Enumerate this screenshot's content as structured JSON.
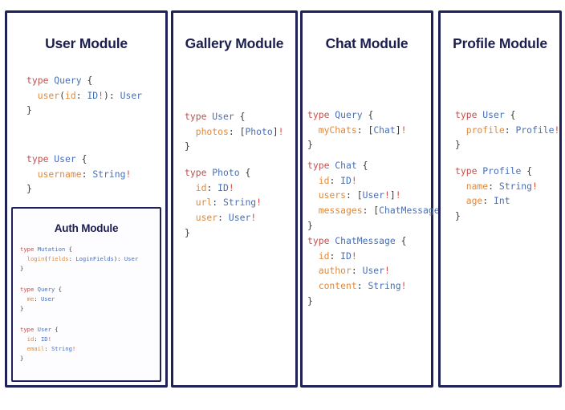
{
  "page": {
    "background": "#ffffff",
    "border_color": "#1f2259",
    "title_color": "#1c1f4e",
    "diagram_kind": "graphql-schema-modules"
  },
  "palette": {
    "keyword": "#c0504e",
    "type_name": "#4a6fb5",
    "field_name": "#e08a3c",
    "punctuation": "#3b3b3b",
    "non_null_bang": "#d64b3d",
    "card_border": "#1f2259",
    "card_background": "#ffffff",
    "inner_card_background": "#fdfdff"
  },
  "modules": [
    {
      "id": "user-module",
      "title": "User Module",
      "blocks": [
        {
          "id": "user-query",
          "lines": [
            [
              {
                "t": "kw",
                "v": "type "
              },
              {
                "t": "type",
                "v": "Query"
              },
              {
                "t": "punc",
                "v": " {"
              }
            ],
            [
              {
                "t": "punc",
                "v": "  "
              },
              {
                "t": "field",
                "v": "user"
              },
              {
                "t": "punc",
                "v": "("
              },
              {
                "t": "field",
                "v": "id"
              },
              {
                "t": "punc",
                "v": ": "
              },
              {
                "t": "type",
                "v": "ID"
              },
              {
                "t": "bang",
                "v": "!"
              },
              {
                "t": "punc",
                "v": "): "
              },
              {
                "t": "type",
                "v": "User"
              }
            ],
            [
              {
                "t": "punc",
                "v": "}"
              }
            ]
          ]
        },
        {
          "id": "user-type",
          "lines": [
            [
              {
                "t": "kw",
                "v": "type "
              },
              {
                "t": "type",
                "v": "User"
              },
              {
                "t": "punc",
                "v": " {"
              }
            ],
            [
              {
                "t": "punc",
                "v": "  "
              },
              {
                "t": "field",
                "v": "username"
              },
              {
                "t": "punc",
                "v": ": "
              },
              {
                "t": "type",
                "v": "String"
              },
              {
                "t": "bang",
                "v": "!"
              }
            ],
            [
              {
                "t": "punc",
                "v": "}"
              }
            ]
          ]
        }
      ],
      "nested": {
        "id": "auth-module",
        "title": "Auth Module",
        "blocks": [
          {
            "id": "auth-mutation",
            "lines": [
              [
                {
                  "t": "kw",
                  "v": "type "
                },
                {
                  "t": "type",
                  "v": "Mutation"
                },
                {
                  "t": "punc",
                  "v": " {"
                }
              ],
              [
                {
                  "t": "punc",
                  "v": "  "
                },
                {
                  "t": "field",
                  "v": "login"
                },
                {
                  "t": "punc",
                  "v": "("
                },
                {
                  "t": "field",
                  "v": "fields"
                },
                {
                  "t": "punc",
                  "v": ": "
                },
                {
                  "t": "type",
                  "v": "LoginFields"
                },
                {
                  "t": "punc",
                  "v": "): "
                },
                {
                  "t": "type",
                  "v": "User"
                }
              ],
              [
                {
                  "t": "punc",
                  "v": "}"
                }
              ]
            ]
          },
          {
            "id": "auth-query",
            "lines": [
              [
                {
                  "t": "kw",
                  "v": "type "
                },
                {
                  "t": "type",
                  "v": "Query"
                },
                {
                  "t": "punc",
                  "v": " {"
                }
              ],
              [
                {
                  "t": "punc",
                  "v": "  "
                },
                {
                  "t": "field",
                  "v": "me"
                },
                {
                  "t": "punc",
                  "v": ": "
                },
                {
                  "t": "type",
                  "v": "User"
                }
              ],
              [
                {
                  "t": "punc",
                  "v": "}"
                }
              ]
            ]
          },
          {
            "id": "auth-user",
            "lines": [
              [
                {
                  "t": "kw",
                  "v": "type "
                },
                {
                  "t": "type",
                  "v": "User"
                },
                {
                  "t": "punc",
                  "v": " {"
                }
              ],
              [
                {
                  "t": "punc",
                  "v": "  "
                },
                {
                  "t": "field",
                  "v": "id"
                },
                {
                  "t": "punc",
                  "v": ": "
                },
                {
                  "t": "type",
                  "v": "ID"
                },
                {
                  "t": "bang",
                  "v": "!"
                }
              ],
              [
                {
                  "t": "punc",
                  "v": "  "
                },
                {
                  "t": "field",
                  "v": "email"
                },
                {
                  "t": "punc",
                  "v": ": "
                },
                {
                  "t": "type",
                  "v": "String"
                },
                {
                  "t": "bang",
                  "v": "!"
                }
              ],
              [
                {
                  "t": "punc",
                  "v": "}"
                }
              ]
            ]
          }
        ]
      }
    },
    {
      "id": "gallery-module",
      "title": "Gallery Module",
      "blocks": [
        {
          "id": "gallery-user",
          "lines": [
            [
              {
                "t": "kw",
                "v": "type "
              },
              {
                "t": "type",
                "v": "User"
              },
              {
                "t": "punc",
                "v": " {"
              }
            ],
            [
              {
                "t": "punc",
                "v": "  "
              },
              {
                "t": "field",
                "v": "photos"
              },
              {
                "t": "punc",
                "v": ": ["
              },
              {
                "t": "type",
                "v": "Photo"
              },
              {
                "t": "punc",
                "v": "]"
              },
              {
                "t": "bang",
                "v": "!"
              }
            ],
            [
              {
                "t": "punc",
                "v": "}"
              }
            ]
          ]
        },
        {
          "id": "gallery-photo",
          "lines": [
            [
              {
                "t": "kw",
                "v": "type "
              },
              {
                "t": "type",
                "v": "Photo"
              },
              {
                "t": "punc",
                "v": " {"
              }
            ],
            [
              {
                "t": "punc",
                "v": "  "
              },
              {
                "t": "field",
                "v": "id"
              },
              {
                "t": "punc",
                "v": ": "
              },
              {
                "t": "type",
                "v": "ID"
              },
              {
                "t": "bang",
                "v": "!"
              }
            ],
            [
              {
                "t": "punc",
                "v": "  "
              },
              {
                "t": "field",
                "v": "url"
              },
              {
                "t": "punc",
                "v": ": "
              },
              {
                "t": "type",
                "v": "String"
              },
              {
                "t": "bang",
                "v": "!"
              }
            ],
            [
              {
                "t": "punc",
                "v": "  "
              },
              {
                "t": "field",
                "v": "user"
              },
              {
                "t": "punc",
                "v": ": "
              },
              {
                "t": "type",
                "v": "User"
              },
              {
                "t": "bang",
                "v": "!"
              }
            ],
            [
              {
                "t": "punc",
                "v": "}"
              }
            ]
          ]
        }
      ],
      "nested": null
    },
    {
      "id": "chat-module",
      "title": "Chat Module",
      "blocks": [
        {
          "id": "chat-query",
          "lines": [
            [
              {
                "t": "kw",
                "v": "type "
              },
              {
                "t": "type",
                "v": "Query"
              },
              {
                "t": "punc",
                "v": " {"
              }
            ],
            [
              {
                "t": "punc",
                "v": "  "
              },
              {
                "t": "field",
                "v": "myChats"
              },
              {
                "t": "punc",
                "v": ": ["
              },
              {
                "t": "type",
                "v": "Chat"
              },
              {
                "t": "punc",
                "v": "]"
              },
              {
                "t": "bang",
                "v": "!"
              }
            ],
            [
              {
                "t": "punc",
                "v": "}"
              }
            ]
          ]
        },
        {
          "id": "chat-type",
          "lines": [
            [
              {
                "t": "kw",
                "v": "type "
              },
              {
                "t": "type",
                "v": "Chat"
              },
              {
                "t": "punc",
                "v": " {"
              }
            ],
            [
              {
                "t": "punc",
                "v": "  "
              },
              {
                "t": "field",
                "v": "id"
              },
              {
                "t": "punc",
                "v": ": "
              },
              {
                "t": "type",
                "v": "ID"
              },
              {
                "t": "bang",
                "v": "!"
              }
            ],
            [
              {
                "t": "punc",
                "v": "  "
              },
              {
                "t": "field",
                "v": "users"
              },
              {
                "t": "punc",
                "v": ": ["
              },
              {
                "t": "type",
                "v": "User"
              },
              {
                "t": "bang",
                "v": "!"
              },
              {
                "t": "punc",
                "v": "]"
              },
              {
                "t": "bang",
                "v": "!"
              }
            ],
            [
              {
                "t": "punc",
                "v": "  "
              },
              {
                "t": "field",
                "v": "messages"
              },
              {
                "t": "punc",
                "v": ": ["
              },
              {
                "t": "type",
                "v": "ChatMessage"
              },
              {
                "t": "punc",
                "v": "]"
              },
              {
                "t": "bang",
                "v": "!"
              }
            ],
            [
              {
                "t": "punc",
                "v": "}"
              }
            ]
          ]
        },
        {
          "id": "chat-message",
          "lines": [
            [
              {
                "t": "kw",
                "v": "type "
              },
              {
                "t": "type",
                "v": "ChatMessage"
              },
              {
                "t": "punc",
                "v": " {"
              }
            ],
            [
              {
                "t": "punc",
                "v": "  "
              },
              {
                "t": "field",
                "v": "id"
              },
              {
                "t": "punc",
                "v": ": "
              },
              {
                "t": "type",
                "v": "ID"
              },
              {
                "t": "bang",
                "v": "!"
              }
            ],
            [
              {
                "t": "punc",
                "v": "  "
              },
              {
                "t": "field",
                "v": "author"
              },
              {
                "t": "punc",
                "v": ": "
              },
              {
                "t": "type",
                "v": "User"
              },
              {
                "t": "bang",
                "v": "!"
              }
            ],
            [
              {
                "t": "punc",
                "v": "  "
              },
              {
                "t": "field",
                "v": "content"
              },
              {
                "t": "punc",
                "v": ": "
              },
              {
                "t": "type",
                "v": "String"
              },
              {
                "t": "bang",
                "v": "!"
              }
            ],
            [
              {
                "t": "punc",
                "v": "}"
              }
            ]
          ]
        }
      ],
      "nested": null
    },
    {
      "id": "profile-module",
      "title": "Profile Module",
      "blocks": [
        {
          "id": "profile-user",
          "lines": [
            [
              {
                "t": "kw",
                "v": "type "
              },
              {
                "t": "type",
                "v": "User"
              },
              {
                "t": "punc",
                "v": " {"
              }
            ],
            [
              {
                "t": "punc",
                "v": "  "
              },
              {
                "t": "field",
                "v": "profile"
              },
              {
                "t": "punc",
                "v": ": "
              },
              {
                "t": "type",
                "v": "Profile"
              },
              {
                "t": "bang",
                "v": "!"
              }
            ],
            [
              {
                "t": "punc",
                "v": "}"
              }
            ]
          ]
        },
        {
          "id": "profile-type",
          "lines": [
            [
              {
                "t": "kw",
                "v": "type "
              },
              {
                "t": "type",
                "v": "Profile"
              },
              {
                "t": "punc",
                "v": " {"
              }
            ],
            [
              {
                "t": "punc",
                "v": "  "
              },
              {
                "t": "field",
                "v": "name"
              },
              {
                "t": "punc",
                "v": ": "
              },
              {
                "t": "type",
                "v": "String"
              },
              {
                "t": "bang",
                "v": "!"
              }
            ],
            [
              {
                "t": "punc",
                "v": "  "
              },
              {
                "t": "field",
                "v": "age"
              },
              {
                "t": "punc",
                "v": ": "
              },
              {
                "t": "type",
                "v": "Int"
              }
            ],
            [
              {
                "t": "punc",
                "v": "}"
              }
            ]
          ]
        }
      ],
      "nested": null
    }
  ]
}
